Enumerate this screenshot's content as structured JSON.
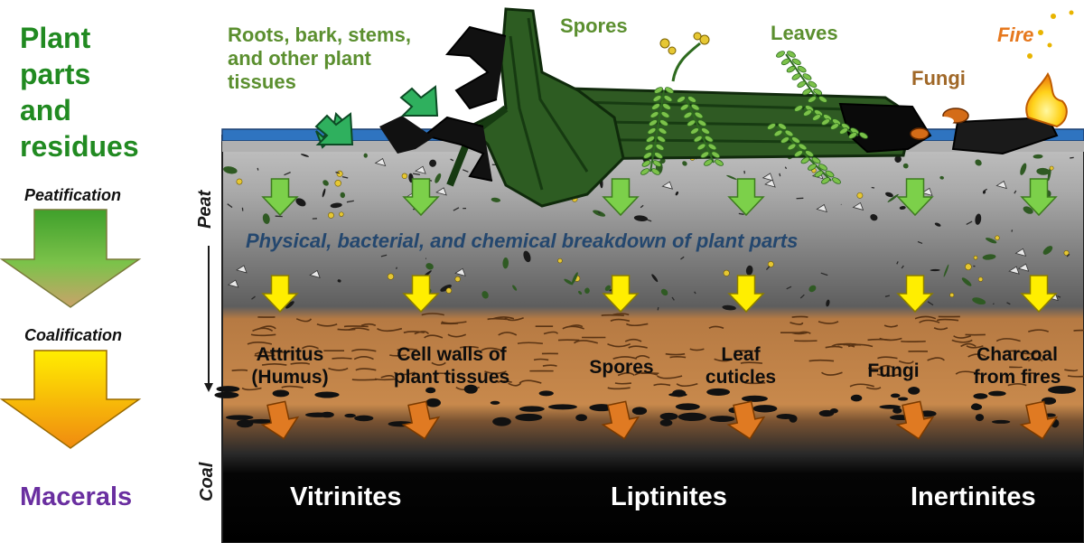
{
  "side": {
    "title_lines": [
      "Plant",
      "parts",
      "and",
      "residues"
    ],
    "peatification": "Peatification",
    "coalification": "Coalification",
    "macerals": "Macerals"
  },
  "top_labels": {
    "roots_lines": [
      "Roots, bark, stems,",
      "and other plant",
      "tissues"
    ],
    "spores": "Spores",
    "leaves": "Leaves",
    "fungi": "Fungi",
    "fire": "Fire"
  },
  "axis": {
    "peat": "Peat",
    "coal": "Coal"
  },
  "breakdown_text": "Physical, bacterial, and chemical breakdown of plant parts",
  "layer_labels": [
    {
      "lines": [
        "Attritus",
        "(Humus)"
      ]
    },
    {
      "lines": [
        "Cell walls of",
        "plant tissues"
      ]
    },
    {
      "lines": [
        "Spores"
      ]
    },
    {
      "lines": [
        "Leaf",
        "cuticles"
      ]
    },
    {
      "lines": [
        "Fungi"
      ]
    },
    {
      "lines": [
        "Charcoal",
        "from fires"
      ]
    }
  ],
  "macerals": [
    "Vitrinites",
    "Liptinites",
    "Inertinites"
  ],
  "colors": {
    "plant_green": "#218a21",
    "label_green": "#5b8f2f",
    "fungi_brown": "#a06828",
    "fire_orange": "#e6781e",
    "maceral_purple": "#6a2fa0",
    "breakdown_blue": "#24476e",
    "water_blue": "#2f74c0",
    "peat_arrow": "#7cd04a",
    "humus_arrow": "#ffee00",
    "coal_arrow": "#e07a22"
  }
}
